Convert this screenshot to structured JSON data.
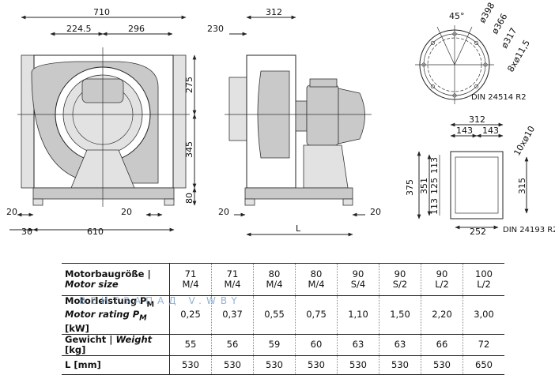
{
  "front_view": {
    "dims": {
      "width": "710",
      "left": "224.5",
      "right": "296",
      "h_upper": "275",
      "h_lower": "345",
      "base": "80",
      "foot_left": "20",
      "foot_right": "20",
      "offset": "30",
      "foot_span": "610"
    }
  },
  "side_view": {
    "dims": {
      "depth": "312",
      "inlet": "230",
      "foot_left": "20",
      "foot_right": "20",
      "length": "L"
    }
  },
  "inlet_flange": {
    "dims": {
      "angle": "45°",
      "d1": "ø398",
      "d2": "ø366",
      "d3": "ø317",
      "holes": "8xø11,5"
    },
    "standard": "DIN 24514 R2"
  },
  "outlet_flange": {
    "dims": {
      "width": "312",
      "pitch_a": "143",
      "pitch_b": "143",
      "holes": "10xø10",
      "h_outer": "375",
      "h_mid": "351",
      "p1": "113",
      "p2": "125",
      "p3": "113",
      "inner_h": "315",
      "inner_w": "252"
    },
    "standard": "DIN 24193 R2"
  },
  "table": {
    "row_size": {
      "label": "Motorbaugröße |",
      "label_en": "Motor size",
      "values": [
        [
          "71",
          "M/4"
        ],
        [
          "71",
          "M/4"
        ],
        [
          "80",
          "M/4"
        ],
        [
          "80",
          "M/4"
        ],
        [
          "90",
          "S/4"
        ],
        [
          "90",
          "S/2"
        ],
        [
          "90",
          "L/2"
        ],
        [
          "100",
          "L/2"
        ]
      ]
    },
    "row_power": {
      "label": "Motorleistung P",
      "label_sub": "M",
      "label_en": "Motor rating P",
      "label_en_sub": "M",
      "label_en_unit": " [kW]",
      "values": [
        "0,25",
        "0,37",
        "0,55",
        "0,75",
        "1,10",
        "1,50",
        "2,20",
        "3,00"
      ]
    },
    "row_weight": {
      "label": "Gewicht |",
      "label_en": "Weight",
      "label_unit": "[kg]",
      "values": [
        "55",
        "56",
        "59",
        "60",
        "63",
        "63",
        "66",
        "72"
      ]
    },
    "row_length": {
      "label": "L [mm]",
      "values": [
        "530",
        "530",
        "530",
        "530",
        "530",
        "530",
        "530",
        "650"
      ]
    }
  },
  "watermark": "ВЕНТЗАПАД  V.WBY"
}
